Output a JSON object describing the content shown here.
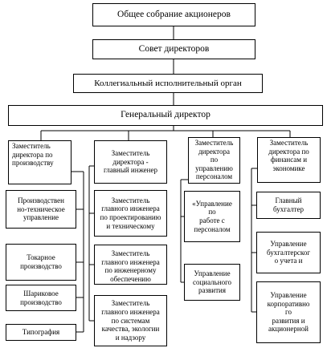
{
  "top": {
    "shareholders": "Общее собрание акционеров",
    "board": "Совет директоров",
    "collegial": "Коллегиальный  исполнительный  орган",
    "gd": "Генеральный директор"
  },
  "deputies": {
    "production": "Заместитель\nдиректора по\nпроизводству",
    "chief_engineer": "Заместитель\nдиректора -\nглавный инженер",
    "personnel": "Заместитель\nдиректора\nпо\nуправлению\nперсоналом",
    "finance": "Заместитель\nдиректора по\nфинансам и\nэкономике"
  },
  "col1": [
    "Производствен\nно-техническое\nуправление",
    "Токарное\nпроизводство",
    "Шариковое\nпроизводство",
    "Типография"
  ],
  "col2": [
    "Заместитель\nглавного инженера\nпо проектированию\nи техническому",
    "Заместитель\nглавного инженера\nпо инженерному\nобеспечению",
    "Заместитель\nглавного инженера\nпо системам\nкачества,  экологии\nи надзору"
  ],
  "col3": [
    "«Управление\nпо\nработе  с\nперсоналом",
    "Управление\nсоциального\nразвития"
  ],
  "col4": [
    "Главный\nбухгалтер",
    "Управление\nбухгалтерског\nо учета и",
    "Управление\nкорпоративно\nго\nразвития и\nакционерной"
  ]
}
